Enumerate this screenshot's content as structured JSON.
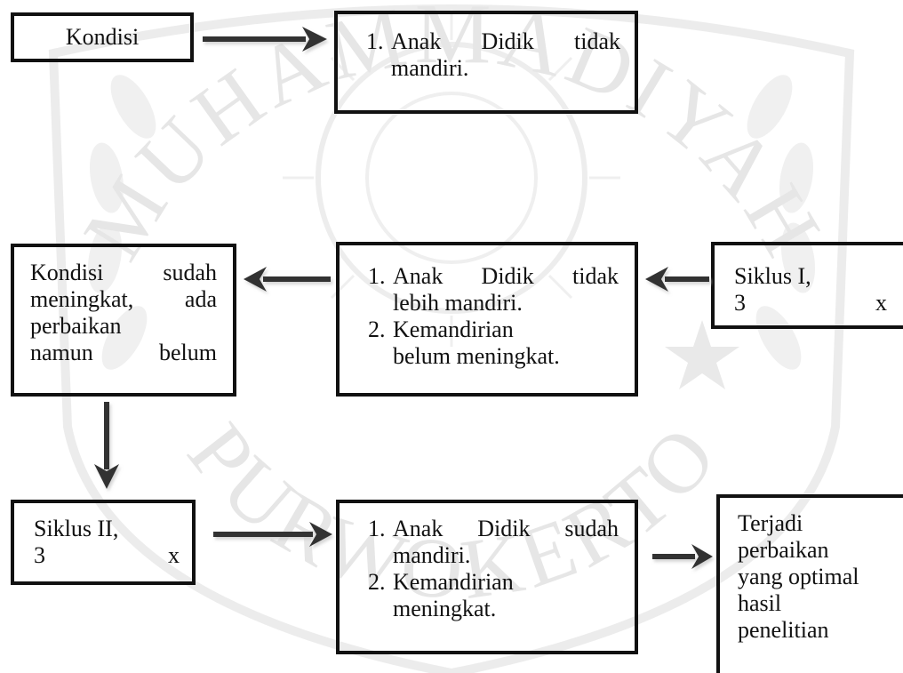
{
  "watermark": {
    "top_text": "MUHAMMADIYAH",
    "bottom_text": "PURWOKERTO",
    "color": "#e6e6e6"
  },
  "nodes": {
    "kondisi": {
      "label": "Kondisi"
    },
    "kondisi_awal": {
      "items": [
        {
          "line1": "Anak Didik tidak",
          "line2": "mandiri."
        }
      ]
    },
    "siklus1": {
      "label": "Siklus I,",
      "line2_left": "3",
      "line2_right": "x"
    },
    "siklus1_hasil": {
      "items": [
        {
          "line1": "Anak Didik tidak",
          "line2": "lebih mandiri."
        },
        {
          "line1": "Kemandirian",
          "line2": "belum meningkat."
        }
      ]
    },
    "kondisi_meningkat": {
      "lines": [
        "Kondisi sudah",
        "meningkat, ada",
        "perbaikan",
        "namun belum"
      ]
    },
    "siklus2": {
      "label": "Siklus II,",
      "line2_left": "3",
      "line2_right": "x"
    },
    "siklus2_hasil": {
      "items": [
        {
          "line1": "Anak Didik sudah",
          "line2": "mandiri."
        },
        {
          "line1": "Kemandirian",
          "line2": "meningkat."
        }
      ]
    },
    "hasil_akhir": {
      "lines": [
        "Terjadi",
        "perbaikan",
        "yang optimal",
        "hasil",
        "penelitian"
      ]
    }
  },
  "colors": {
    "stroke": "#111111",
    "arrow": "#333333",
    "background": "#ffffff"
  }
}
